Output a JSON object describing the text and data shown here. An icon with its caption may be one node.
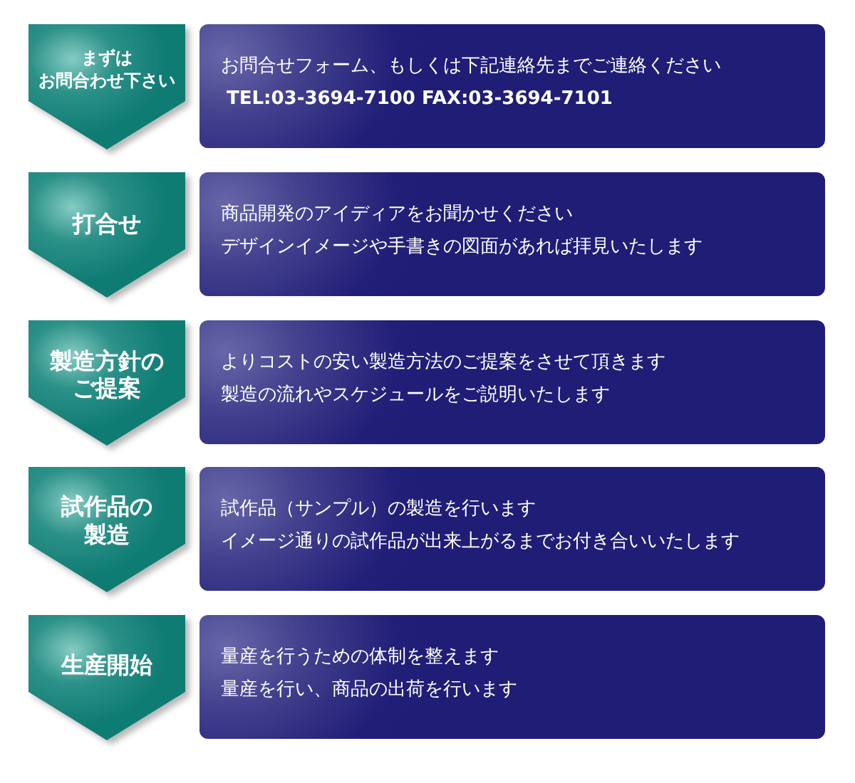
{
  "diagram": {
    "nodes": [
      {
        "text": [
          "まずはお問合わせ下さい"
        ]
      },
      {
        "text": [
          "お問合せフォーム、もしくは下記連絡先までご連絡ください",
          "TEL:03-3694-7100 FAX:03-3694-7101"
        ]
      },
      {
        "text": [
          "打合せ"
        ]
      },
      {
        "text": [
          "商品開発のアイディアをお聞かせください",
          "デザインイメージや手書きの図面があれば拝見いたします"
        ]
      },
      {
        "text": [
          "製造方針のご提案"
        ]
      },
      {
        "text": [
          "よりコストの安い製造方法のご提案をさせて頂きます",
          "製造の流れやスケジュールをご説明いたします"
        ]
      },
      {
        "text": [
          "試作品の製造"
        ]
      },
      {
        "text": [
          "試作品（サンプル）の製造を行います",
          "イメージ通りの試作品が出来上がるまでお付き合いいたします"
        ]
      },
      {
        "text": [
          "生産開始"
        ]
      },
      {
        "text": [
          "量産を行うための体制を整えます",
          "量産を行い、商品の出荷を行います"
        ]
      }
    ]
  }
}
